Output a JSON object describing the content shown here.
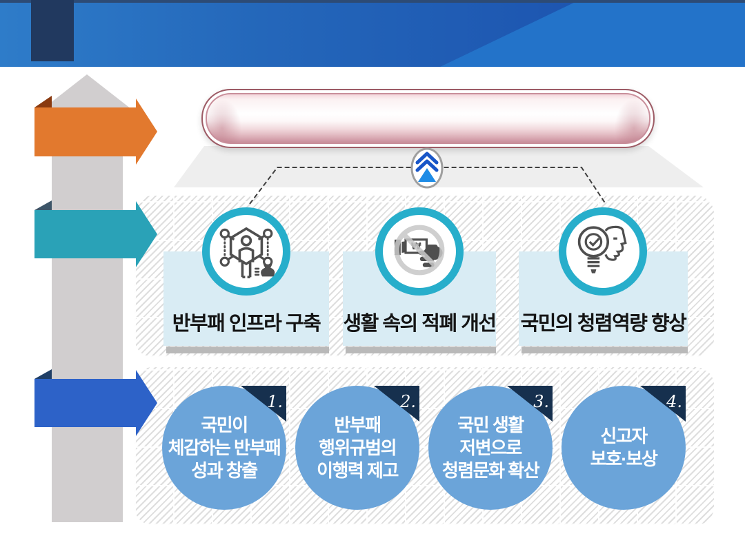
{
  "slide_type": "presentation-diagram",
  "strategy_section": {
    "connector_icon": "chevron-up-icon",
    "items": [
      {
        "icon": "network-person-icon",
        "label": "반부패 인프라 구축"
      },
      {
        "icon": "no-bribe-icon",
        "label": "생활 속의 적폐 개선"
      },
      {
        "icon": "integrity-mind-icon",
        "label": "국민의 청렴역량 향상"
      }
    ]
  },
  "task_section": {
    "items": [
      {
        "number": "1.",
        "text": "국민이\n체감하는 반부패\n성과 창출"
      },
      {
        "number": "2.",
        "text": "반부패\n행위규범의\n이행력 제고"
      },
      {
        "number": "3.",
        "text": "국민 생활\n저변으로\n청렴문화 확산"
      },
      {
        "number": "4.",
        "text": "신고자\n보호·보상"
      }
    ]
  },
  "colors": {
    "header_blue_left": "#2e7cc9",
    "header_blue_dark": "#1d55b0",
    "header_blue_right": "#2373c9",
    "header_navy_strip": "#2d4b75",
    "header_navy_block": "#21395f",
    "arrow_orange": "#e2792e",
    "arrow_orange_fold": "#8a3a10",
    "arrow_teal": "#2aa2b7",
    "arrow_teal_fold": "#3d5568",
    "arrow_blue": "#2d62c8",
    "arrow_blue_fold": "#203f66",
    "shaft_gray": "#d1cecf",
    "capsule_pink": "#dcabb5",
    "capsule_border": "#9d5b65",
    "trapezoid_gray": "#eeeeee",
    "card_bg": "#d9ecf4",
    "ring_teal": "#27aecb",
    "task_circle_blue": "#6ba4d9",
    "corner_navy": "#16304e"
  }
}
